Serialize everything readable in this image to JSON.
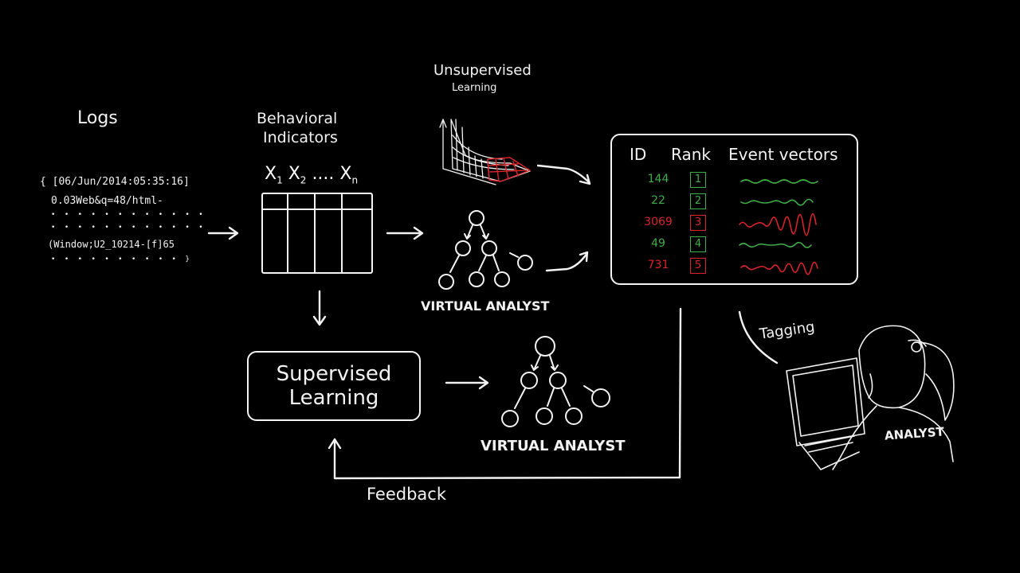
{
  "labels": {
    "logs": "Logs",
    "behavioral": "Behavioral",
    "indicators": "Indicators",
    "unsupervised": "Unsupervised",
    "learning_small": "Learning",
    "supervised": "Supervised",
    "learning": "Learning",
    "virtual_analyst_1": "VIRTUAL ANALYST",
    "virtual_analyst_2": "VIRTUAL ANALYST",
    "feedback": "Feedback",
    "tagging": "Tagging",
    "analyst": "ANALYST",
    "features": [
      "X",
      "X",
      "....",
      "X"
    ],
    "feature_subs": [
      "1",
      "2",
      "",
      "n"
    ]
  },
  "logs_text": {
    "line1": "{ [06/Jun/2014:05:35:16]",
    "line2": "0.03Web&q=48/html-",
    "line3": "• • • • • • • • • • • •",
    "line4": "• • • • • • • • • • • •",
    "line5": "(Window;U2_10214-[f]65",
    "line6": "• • • • • • • • • • }"
  },
  "results_table": {
    "headers": [
      "ID",
      "Rank",
      "Event vectors"
    ],
    "rows": [
      {
        "id": "144",
        "rank": "1",
        "status": "normal"
      },
      {
        "id": "22",
        "rank": "2",
        "status": "normal"
      },
      {
        "id": "3069",
        "rank": "3",
        "status": "anomalous"
      },
      {
        "id": "49",
        "rank": "4",
        "status": "normal"
      },
      {
        "id": "731",
        "rank": "5",
        "status": "anomalous"
      }
    ]
  },
  "colors": {
    "normal": "#3fae49",
    "anomalous": "#d8242a",
    "ink": "#f2f2f2"
  }
}
